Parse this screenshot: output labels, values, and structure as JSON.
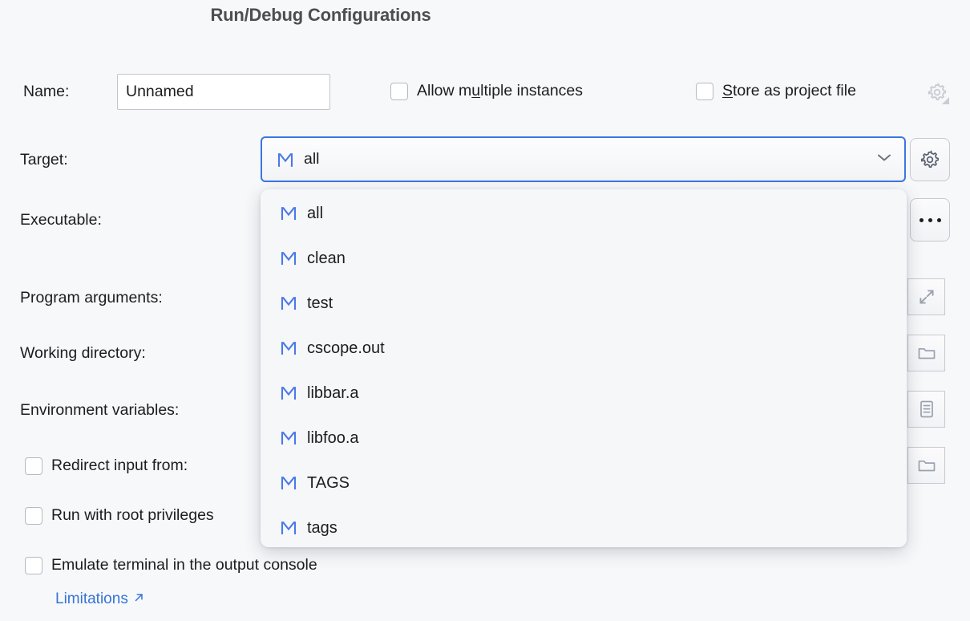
{
  "dialog": {
    "title": "Run/Debug Configurations"
  },
  "fields": {
    "name_label": "Name:",
    "name_value": "Unnamed",
    "target_label": "Target:",
    "executable_label": "Executable:",
    "program_arguments_label": "Program arguments:",
    "working_directory_label": "Working directory:",
    "environment_variables_label": "Environment variables:"
  },
  "top_options": {
    "allow_multiple": {
      "label_before": "Allow m",
      "mnemonic": "u",
      "label_after": "ltiple instances",
      "checked": false
    },
    "store_as_project_file": {
      "mnemonic": "S",
      "label_after": "tore as project file",
      "checked": false
    },
    "gear_icon": "gear-icon"
  },
  "target": {
    "selected": "all",
    "icon": "makefile-target-icon",
    "chevron": "chevron-down-icon",
    "options": [
      {
        "label": "all",
        "icon": "makefile-target-icon"
      },
      {
        "label": "clean",
        "icon": "makefile-target-icon"
      },
      {
        "label": "test",
        "icon": "makefile-target-icon"
      },
      {
        "label": "cscope.out",
        "icon": "makefile-target-icon"
      },
      {
        "label": "libbar.a",
        "icon": "makefile-target-icon"
      },
      {
        "label": "libfoo.a",
        "icon": "makefile-target-icon"
      },
      {
        "label": "TAGS",
        "icon": "makefile-target-icon"
      },
      {
        "label": "tags",
        "icon": "makefile-target-icon"
      }
    ]
  },
  "bottom_options": {
    "redirect_input": {
      "label": "Redirect input from:",
      "checked": false
    },
    "run_with_root": {
      "label": "Run with root privileges",
      "checked": false
    },
    "emulate_terminal": {
      "label": "Emulate terminal in the output console",
      "checked": false
    },
    "limitations_link": "Limitations",
    "limitations_arrow": "external-link-icon"
  },
  "side_buttons": {
    "target_settings": "gear-icon",
    "executable_browse": "...",
    "program_args_expand": "expand-icon",
    "working_dir_browse": "folder-icon",
    "env_vars_edit": "list-icon",
    "redirect_input_browse": "folder-icon"
  },
  "colors": {
    "accent": "#3c76e0",
    "icon_blue": "#4a79e8",
    "link": "#3574d6",
    "background": "#f7f8fa",
    "text": "#1b1d1f"
  }
}
